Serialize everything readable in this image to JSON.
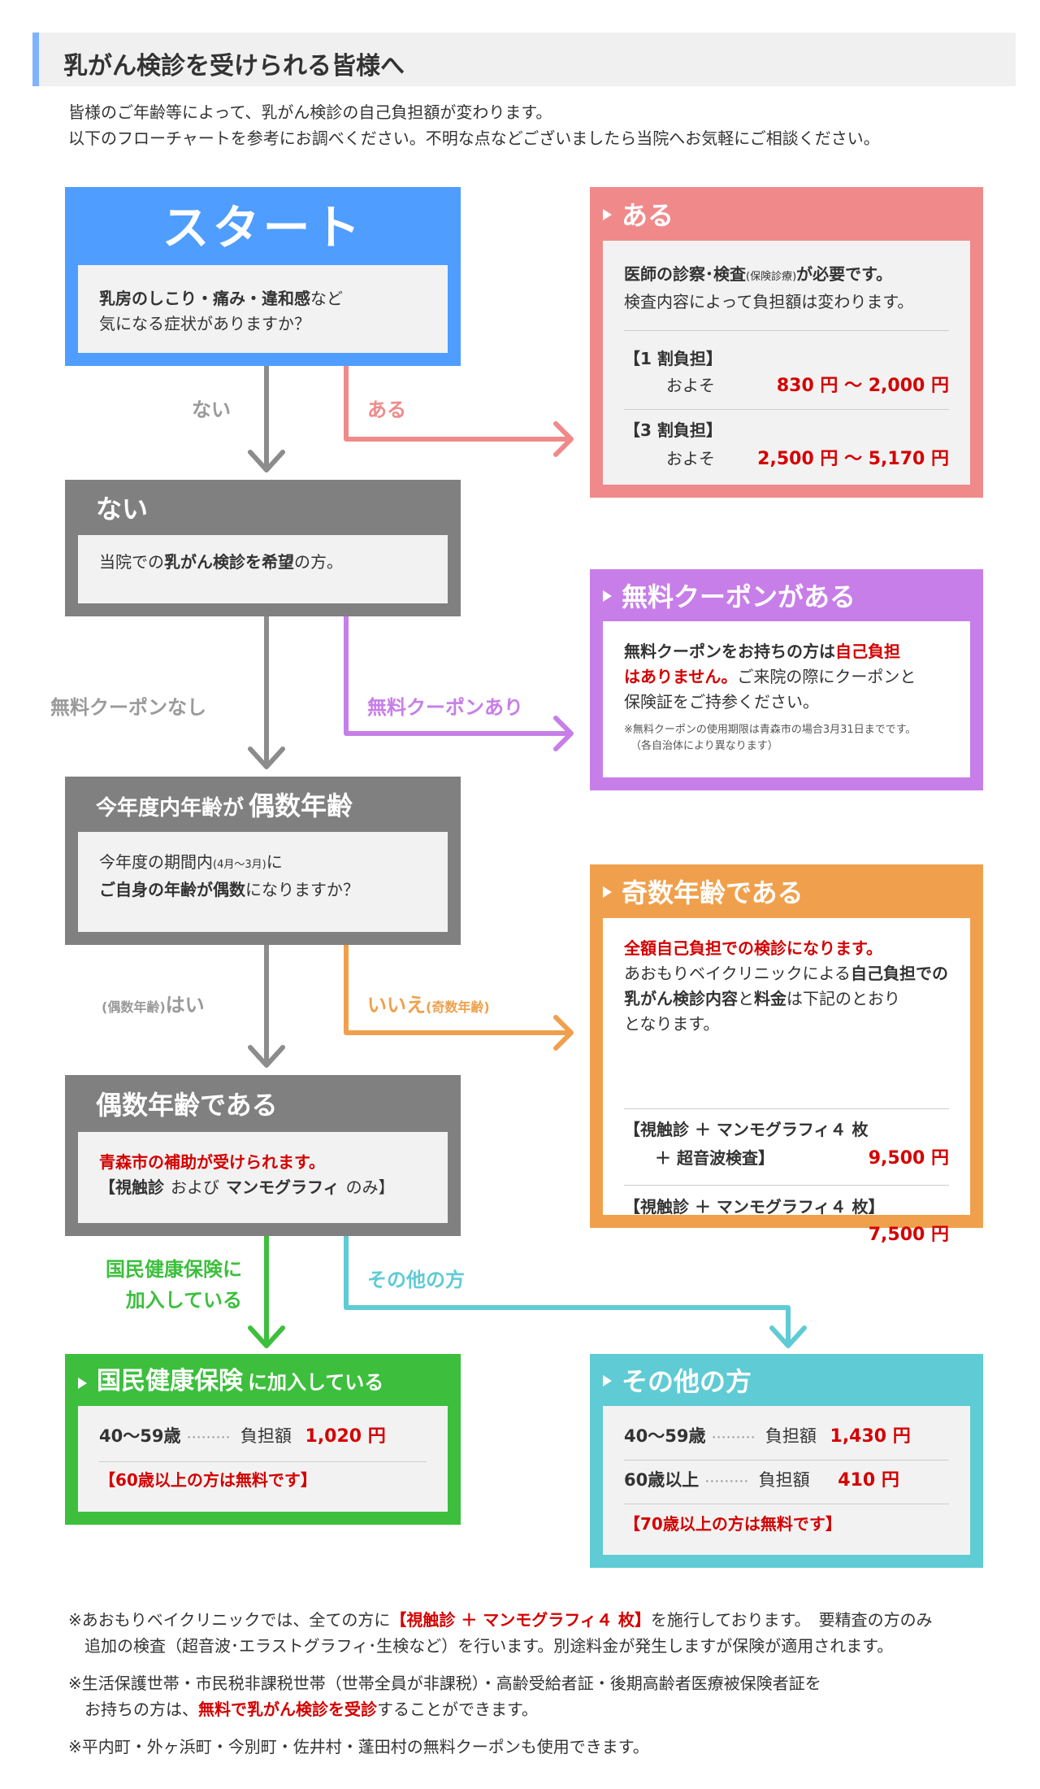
{
  "header": {
    "title": "乳がん検診を受けられる皆様へ"
  },
  "intro": {
    "line1": "皆様のご年齢等によって、乳がん検診の自己負担額が変わります。",
    "line2": "以下のフローチャートを参考にお調べください。不明な点などございましたら当院へお気軽にご相談ください。"
  },
  "colors": {
    "blue": "#4f9dff",
    "gray": "#808080",
    "pink": "#f08a8a",
    "purple": "#c77ee8",
    "orange": "#f0a04c",
    "green": "#3dbf3d",
    "teal": "#5fcbd4",
    "red": "#d40000"
  },
  "start": {
    "title": "スタート",
    "q_bold1": "乳房のしこり・痛み・違和感",
    "q_rest1": "など",
    "q_line2": "気になる症状がありますか？"
  },
  "aru": {
    "title": "ある",
    "l1_bold": "医師の診察･検査",
    "l1_small": "(保険診療)",
    "l1_tail": "が必要です。",
    "l2": "検査内容によって負担額は変わります。",
    "p1_head": "【1 割負担】",
    "p1_prefix": "およそ",
    "p1_price": "830 円 ～ 2,000 円",
    "p3_head": "【3 割負担】",
    "p3_prefix": "およそ",
    "p3_price": "2,500 円 ～ 5,170 円"
  },
  "nai": {
    "title": "ない",
    "t_pre": "当院での",
    "t_bold": "乳がん検診を希望",
    "t_post": "の方。"
  },
  "coupon": {
    "title": "無料クーポンがある",
    "l1_pre": "無料クーポンをお持ちの方は",
    "l1_red": "自己負担",
    "l2_red": "はありません。",
    "l2_post": "ご来院の際にクーポンと",
    "l3": "保険証をご持参ください。",
    "note1": "※無料クーポンの使用期限は青森市の場合3月31日までです。",
    "note2": "（各自治体により異なります）"
  },
  "even": {
    "title_pre": "今年度内年齢が",
    "title_big": "偶数年齢",
    "l1_pre": "今年度の期間内",
    "l1_small": "(4月～3月)",
    "l1_post": "に",
    "l2_bold": "ご自身の年齢が偶数",
    "l2_post": "になりますか？"
  },
  "odd": {
    "title": "奇数年齢である",
    "l1": "全額自己負担での検診になります。",
    "l2_pre": "あおもりベイクリニックによる",
    "l2_bold": "自己負担での",
    "l3_bold1": "乳がん検診内容",
    "l3_mid": "と",
    "l3_bold2": "料金",
    "l3_post": "は下記のとおり",
    "l4": "となります。",
    "c1_line1": "【視触診 ＋ マンモグラフィ４ 枚",
    "c1_line2": "＋ 超音波検査】",
    "c1_price": "9,500 円",
    "c2_line1": "【視触診 ＋ マンモグラフィ４ 枚】",
    "c2_price": "7,500 円"
  },
  "evenres": {
    "title": "偶数年齢である",
    "l1": "青森市の補助が受けられます。",
    "l2_b1": "【視触診",
    "l2_m1": "および",
    "l2_b2": "マンモグラフィ",
    "l2_m2": "のみ】"
  },
  "kokumin": {
    "title_big": "国民健康保険",
    "title_small": "に加入している",
    "r1_age": "40～59歳",
    "r1_dots": "･････････",
    "r1_label": "負担額",
    "r1_price": "1,020 円",
    "note": "【60歳以上の方は無料です】"
  },
  "other": {
    "title": "その他の方",
    "r1_age": "40～59歳",
    "r1_dots": "･････････",
    "r1_label": "負担額",
    "r1_price": "1,430 円",
    "r2_age": "60歳以上",
    "r2_dots": "･････････",
    "r2_label": "負担額",
    "r2_price": "410 円",
    "note": "【70歳以上の方は無料です】"
  },
  "labels": {
    "nai": "ない",
    "aru": "ある",
    "coupon_no": "無料クーポンなし",
    "coupon_yes": "無料クーポンあり",
    "even_yes_small": "(偶数年齢)",
    "even_yes": "はい",
    "even_no": "いいえ",
    "even_no_small": "(奇数年齢)",
    "kokumin_l1": "国民健康保険に",
    "kokumin_l2": "加入している",
    "other": "その他の方"
  },
  "footer": {
    "n1_l1_pre": "※あおもりベイクリニックでは、全ての方に",
    "n1_l1_red": "【視触診 ＋ マンモグラフィ４ 枚】",
    "n1_l1_post": "を施行しております。　要精査の方のみ",
    "n1_l2": "追加の検査（超音波･エラストグラフィ･生検など）を行います。別途料金が発生しますが保険が適用されます。",
    "n2_l1": "※生活保護世帯・市民税非課税世帯（世帯全員が非課税）・高齢受給者証・後期高齢者医療被保険者証を",
    "n2_l2_pre": "お持ちの方は、",
    "n2_l2_red": "無料で乳がん検診を受診",
    "n2_l2_post": "することができます。",
    "n3": "※平内町・外ヶ浜町・今別町・佐井村・蓬田村の無料クーポンも使用できます。"
  }
}
